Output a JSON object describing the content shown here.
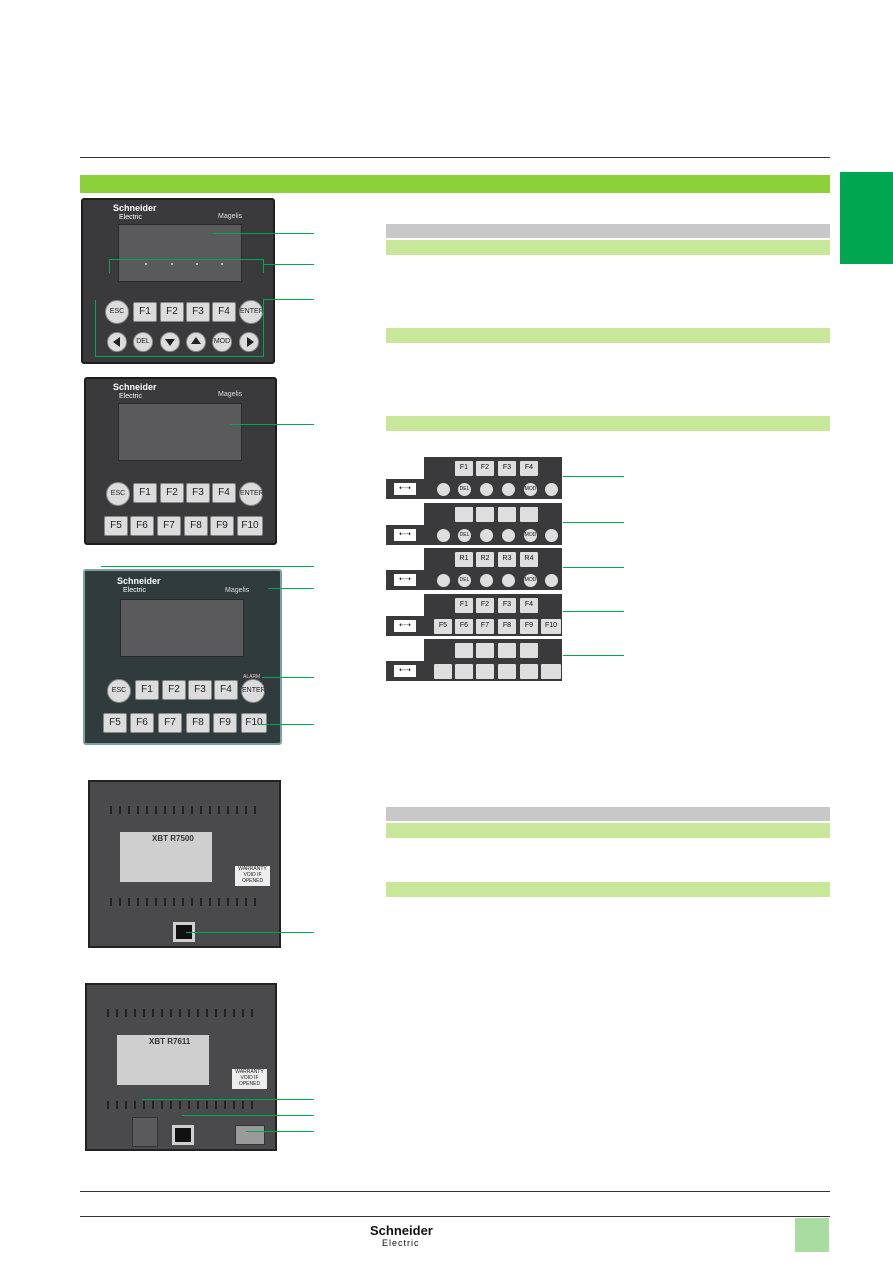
{
  "brand": {
    "name": "Schneider",
    "sub": "Electric",
    "product": "Magelis"
  },
  "devices": {
    "d1": {
      "keys": [
        "ESC",
        "F1",
        "F2",
        "F3",
        "F4",
        "ENTER"
      ],
      "nav": [
        "DEL",
        "MOD"
      ]
    },
    "d2": {
      "keys": [
        "ESC",
        "F1",
        "F2",
        "F3",
        "F4",
        "ENTER"
      ],
      "fkeys": [
        "F5",
        "F6",
        "F7",
        "F8",
        "F9",
        "F10"
      ]
    },
    "d3": {
      "keys": [
        "ESC",
        "F1",
        "F2",
        "F3",
        "F4",
        "ENTER"
      ],
      "fkeys": [
        "F5",
        "F6",
        "F7",
        "F8",
        "F9",
        "F10"
      ],
      "alarm": "ALARM"
    }
  },
  "strips": {
    "s1": [
      "F1",
      "F2",
      "F3",
      "F4"
    ],
    "s3": [
      "R1",
      "R2",
      "R3",
      "R4"
    ],
    "s4_top": [
      "F1",
      "F2",
      "F3",
      "F4"
    ],
    "s4_bottom": [
      "F5",
      "F6",
      "F7",
      "F8",
      "F9",
      "F10"
    ],
    "nav": [
      "DEL",
      "MOD"
    ]
  },
  "backs": {
    "b1": {
      "model": "XBT R7500",
      "warranty": "WARRANTY VOID IF OPENED"
    },
    "b2": {
      "model": "XBT R7611",
      "warranty": "WARRANTY VOID IF OPENED"
    }
  },
  "footer": {
    "brand": "Schneider",
    "sub": "Electric"
  }
}
